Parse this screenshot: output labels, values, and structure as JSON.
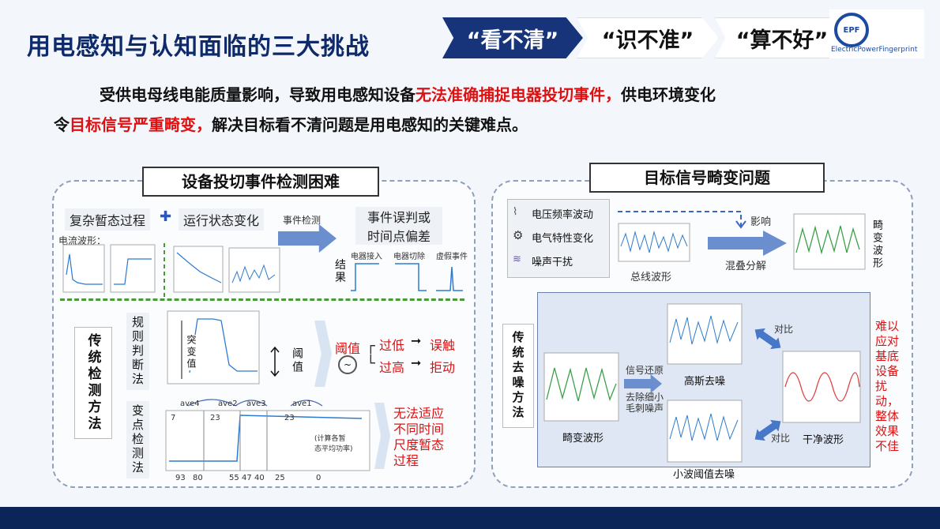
{
  "header": {
    "title": "用电感知与认知面临的三大挑战",
    "challenges": [
      "“看不清”",
      "“识不准”",
      "“算不好”"
    ],
    "logo_text": "ElectricPowerFingerprint",
    "logo_mark": "EPF"
  },
  "intro": {
    "line1_a": "受供电母线电能质量影响，导致用电感知设备",
    "line1_red": "无法准确捕捉电器投切事件，",
    "line1_b": "供电环境变化",
    "line2_a": "令",
    "line2_red": "目标信号严重畸变，",
    "line2_b": "解决目标看不清问题是用电感知的关键难点。"
  },
  "left": {
    "heading": "设备投切事件检测困难",
    "complex": "复杂暂态过程",
    "plus": "✚",
    "state_change": "运行状态变化",
    "current_label": "电流波形：",
    "event_detect": "事件检测",
    "misjudge": "事件误判或\n时间点偏差",
    "result": "结\n果",
    "tags": [
      "电器接入",
      "电器切除",
      "虚假事件"
    ],
    "methods": "传统检测方法",
    "rule": "规则判断法",
    "change_point": "变点检测法",
    "sudden": "突变值",
    "threshold_val": "阈值",
    "threshold": "阈值",
    "too_low": "过低",
    "false_trigger": "误触",
    "too_high": "过高",
    "reject": "拒动",
    "avg_labels": [
      "ave4",
      "ave2",
      "ave3",
      "ave1"
    ],
    "seg_vals": [
      "7",
      "23",
      "23"
    ],
    "x_vals": [
      "93",
      "80",
      "55",
      "47",
      "40",
      "25",
      "0"
    ],
    "calc_note": "(计算各暂\n态平均功率)",
    "cannot": "无法适应\n不同时间\n尺度暂态\n过程"
  },
  "right": {
    "heading": "目标信号畸变问题",
    "legend": [
      "电压频率波动",
      "电气特性变化",
      "噪声干扰"
    ],
    "influence": "影响",
    "bus_wave": "总线波形",
    "mix": "混叠分解",
    "distorted": "畸变波形",
    "methods": "传统去噪方法",
    "restore": "信号还原",
    "remove": "去除细小\n毛刺噪声",
    "gauss": "高斯去噪",
    "wavelet": "小波阈值去噪",
    "compare1": "对比",
    "compare2": "对比",
    "distorted2": "畸变波形",
    "clean": "干净波形",
    "hard": "难以应对基底设备扰动，整体效果不佳"
  }
}
